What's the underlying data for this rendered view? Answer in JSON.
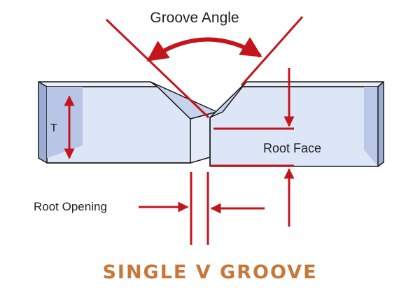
{
  "labels": {
    "groove_angle": "Groove Angle",
    "thickness": "T",
    "root_face": "Root Face",
    "root_opening": "Root Opening"
  },
  "caption": "SINGLE V GROOVE",
  "colors": {
    "plate_face": "#dce6f7",
    "plate_top": "#e9eef8",
    "plate_bevel": "#c6d3ee",
    "plate_end": "#9dacd4",
    "outline": "#1a1a1a",
    "arrow": "#c4151c",
    "caption": "#c8773a"
  }
}
